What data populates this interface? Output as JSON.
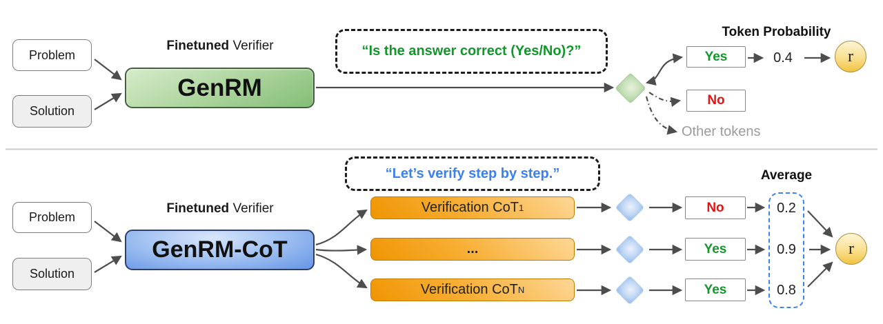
{
  "figure": {
    "top": {
      "problem": "Problem",
      "solution": "Solution",
      "verifier_bold": "Finetuned",
      "verifier_regular": " Verifier",
      "model": "GenRM",
      "prompt": "“Is the answer correct (Yes/No)?”",
      "token_probability_label": "Token Probability",
      "yes_label": "Yes",
      "no_label": "No",
      "yes_probability": "0.4",
      "other_tokens_label": "Other tokens",
      "reward": "r"
    },
    "bottom": {
      "problem": "Problem",
      "solution": "Solution",
      "verifier_bold": "Finetuned",
      "verifier_regular": " Verifier",
      "model": "GenRM-CoT",
      "prompt": "“Let’s verify step by step.”",
      "average_label": "Average",
      "rows": [
        {
          "cot_label": "Verification CoT",
          "cot_sub": "1",
          "answer": "No",
          "answer_color": "red",
          "score": "0.2"
        },
        {
          "cot_label": "...",
          "cot_sub": "",
          "answer": "Yes",
          "answer_color": "green",
          "score": "0.9"
        },
        {
          "cot_label": "Verification CoT",
          "cot_sub": "N",
          "answer": "Yes",
          "answer_color": "green",
          "score": "0.8"
        }
      ],
      "reward": "r"
    },
    "colors": {
      "green_text": "#13962b",
      "red_text": "#e51414",
      "blue_text": "#3c80ee",
      "gray_text": "#9b9b9b",
      "arrow": "#4d4d4d",
      "genrm_fill": "#b2d8a3",
      "genrm_cot_fill": "#a5c4f2",
      "cot_fill": "#f7ae33",
      "average_border": "#3b82f4",
      "reward_fill": "#f9df8e"
    }
  }
}
